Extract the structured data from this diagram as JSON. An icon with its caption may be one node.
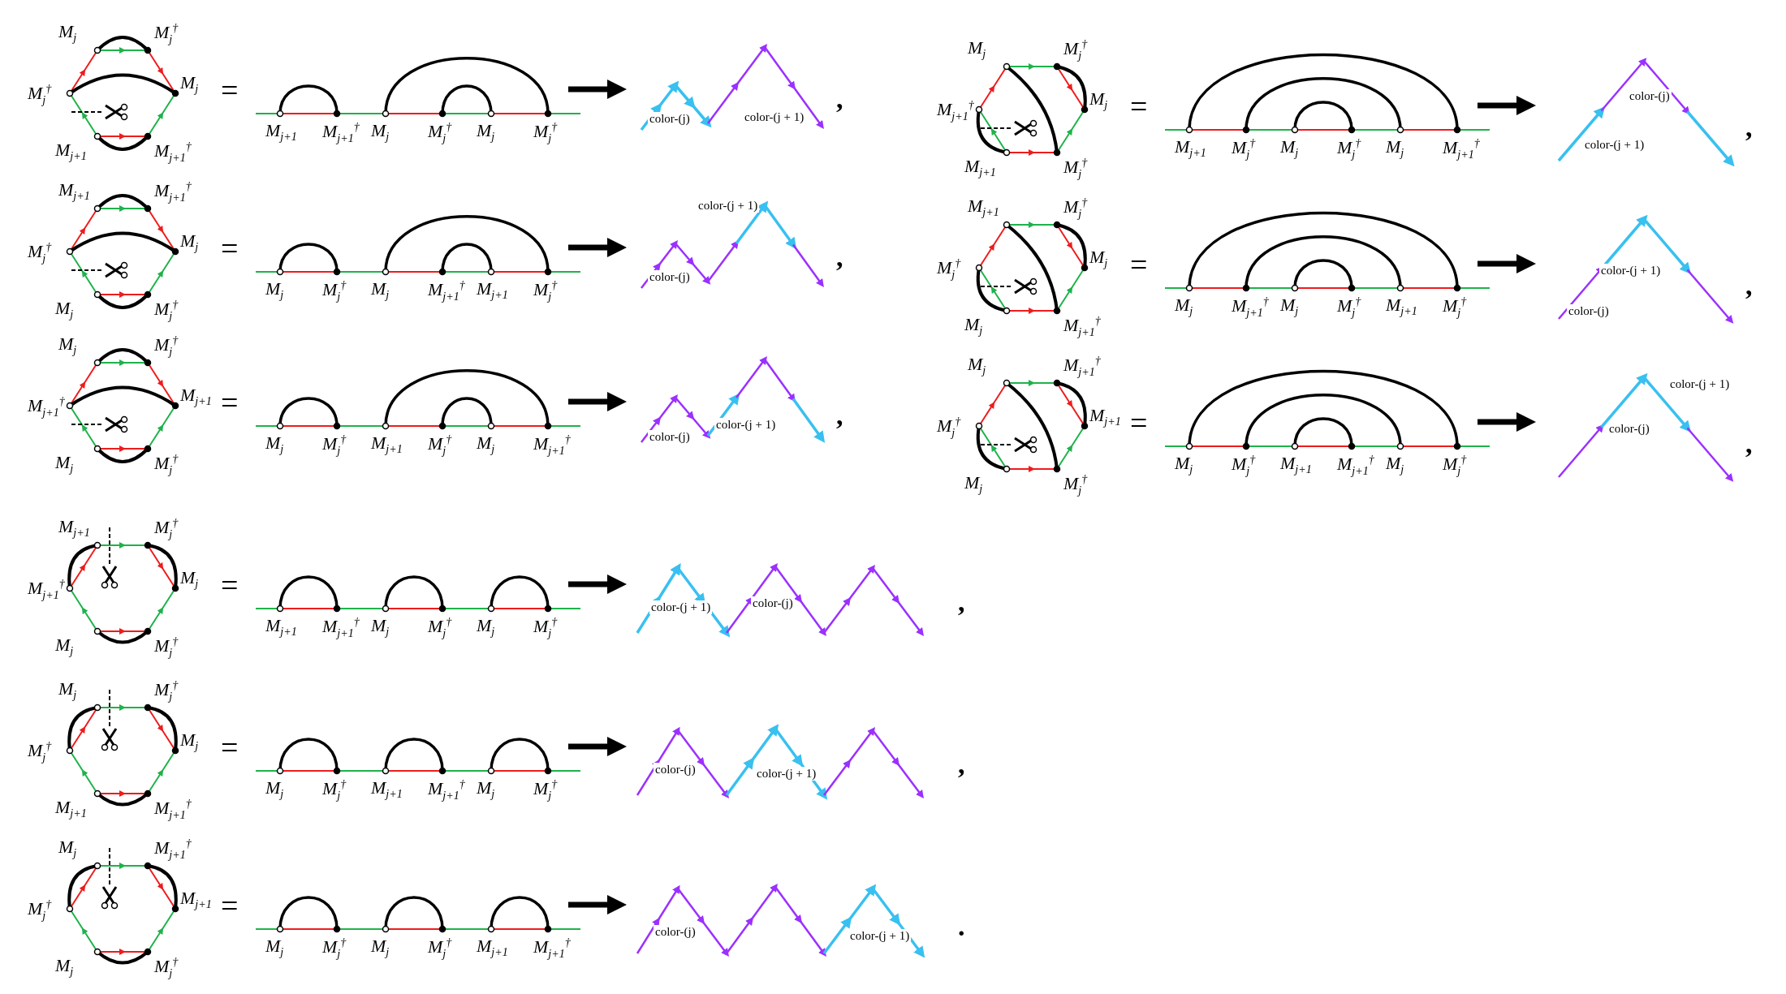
{
  "diagram": {
    "labels": [
      "M$_{j}$",
      "M$_{j}$$^{†}$",
      "M$_{j}$$^{†}$",
      "M$_{j}$",
      "M$_{j+1}$",
      "M$_{j+1}$$^{†}$",
      "=",
      "M$_{j+1}$",
      "M$_{j+1}$$^{†}$",
      "M$_{j}$",
      "M$_{j}$$^{†}$",
      "M$_{j}$",
      "M$_{j}$$^{†}$",
      "color-(j)",
      "color-(j + 1)",
      ",",
      "M$_{j}$",
      "M$_{j}$$^{†}$",
      "M$_{j+1}$$^{†}$",
      "M$_{j}$",
      "M$_{j+1}$",
      "M$_{j}$$^{†}$",
      "=",
      "M$_{j+1}$",
      "M$_{j}$$^{†}$",
      "M$_{j}$",
      "M$_{j}$$^{†}$",
      "M$_{j}$",
      "M$_{j+1}$$^{†}$",
      "color-(j)",
      "color-(j + 1)",
      ",",
      "M$_{j+1}$",
      "M$_{j+1}$$^{†}$",
      "M$_{j}$$^{†}$",
      "M$_{j}$",
      "M$_{j}$",
      "M$_{j}$$^{†}$",
      "=",
      "M$_{j}$",
      "M$_{j}$$^{†}$",
      "M$_{j}$",
      "M$_{j+1}$$^{†}$",
      "M$_{j+1}$",
      "M$_{j}$$^{†}$",
      "color-(j + 1)",
      "color-(j)",
      ",",
      "M$_{j+1}$",
      "M$_{j}$$^{†}$",
      "M$_{j}$$^{†}$",
      "M$_{j}$",
      "M$_{j}$",
      "M$_{j+1}$$^{†}$",
      "=",
      "M$_{j}$",
      "M$_{j+1}$$^{†}$",
      "M$_{j}$",
      "M$_{j}$$^{†}$",
      "M$_{j+1}$",
      "M$_{j}$$^{†}$",
      "color-(j + 1)",
      "color-(j)",
      ",",
      "M$_{j}$",
      "M$_{j}$$^{†}$",
      "M$_{j+1}$$^{†}$",
      "M$_{j+1}$",
      "M$_{j}$",
      "M$_{j}$$^{†}$",
      "=",
      "M$_{j}$",
      "M$_{j}$$^{†}$",
      "M$_{j+1}$",
      "M$_{j}$$^{†}$",
      "M$_{j}$",
      "M$_{j+1}$$^{†}$",
      "color-(j)",
      "color-(j + 1)",
      ",",
      "M$_{j}$",
      "M$_{j+1}$$^{†}$",
      "M$_{j}$$^{†}$",
      "M$_{j+1}$",
      "M$_{j}$",
      "M$_{j}$$^{†}$",
      "=",
      "M$_{j}$",
      "M$_{j}$$^{†}$",
      "M$_{j+1}$",
      "M$_{j+1}$$^{†}$",
      "M$_{j}$",
      "M$_{j}$$^{†}$",
      "color-(j + 1)",
      "color-(j)",
      ",",
      "M$_{j+1}$",
      "M$_{j}$$^{†}$",
      "M$_{j+1}$$^{†}$",
      "M$_{j}$",
      "M$_{j}$",
      "M$_{j}$$^{†}$",
      "=",
      "M$_{j+1}$",
      "M$_{j+1}$$^{†}$",
      "M$_{j}$",
      "M$_{j}$$^{†}$",
      "M$_{j}$",
      "M$_{j}$$^{†}$",
      "color-(j + 1)",
      "color-(j)",
      ",",
      "M$_{j}$",
      "M$_{j}$$^{†}$",
      "M$_{j}$$^{†}$",
      "M$_{j}$",
      "M$_{j+1}$",
      "M$_{j+1}$$^{†}$",
      "=",
      "M$_{j}$",
      "M$_{j}$$^{†}$",
      "M$_{j+1}$",
      "M$_{j+1}$$^{†}$",
      "M$_{j}$",
      "M$_{j}$$^{†}$",
      "color-(j)",
      "color-(j + 1)",
      ",",
      "M$_{j}$",
      "M$_{j+1}$$^{†}$",
      "M$_{j}$$^{†}$",
      "M$_{j+1}$",
      "M$_{j}$",
      "M$_{j}$$^{†}$",
      "=",
      "M$_{j}$",
      "M$_{j}$$^{†}$",
      "M$_{j}$",
      "M$_{j}$$^{†}$",
      "M$_{j+1}$",
      "M$_{j+1}$$^{†}$",
      "color-(j)",
      "color-(j + 1)",
      "."
    ]
  }
}
